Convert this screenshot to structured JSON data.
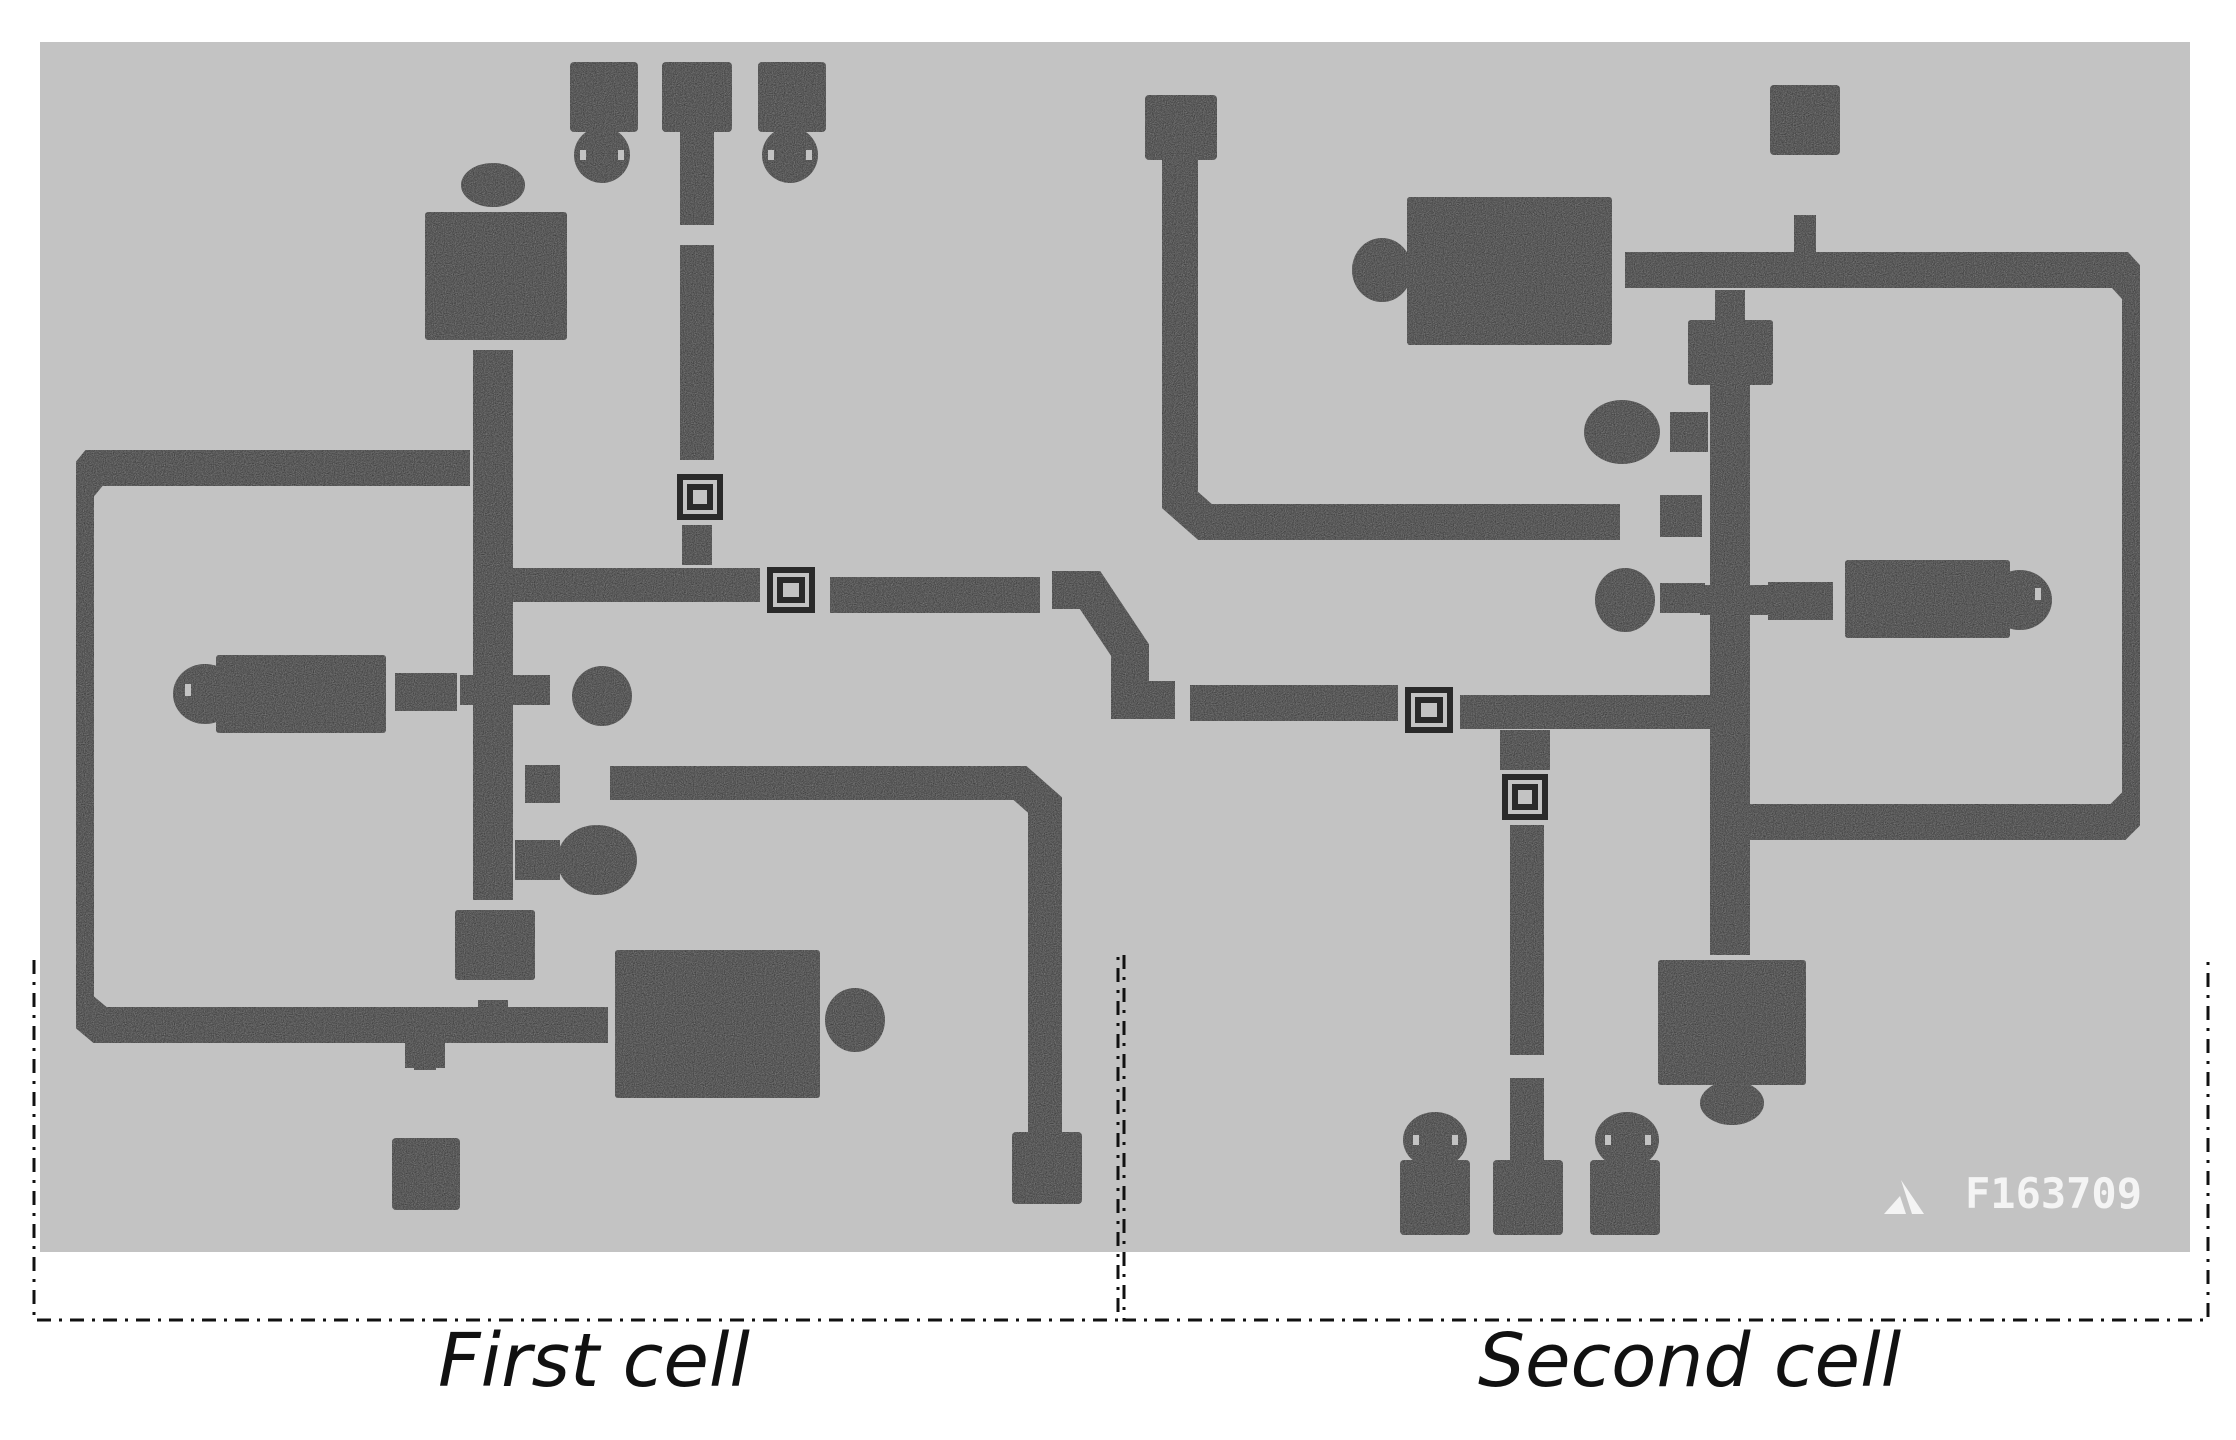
{
  "captions": {
    "first": "First cell",
    "second": "Second cell"
  },
  "chip": {
    "marking": "F163709"
  },
  "colors": {
    "substrate": "#c3c3c3",
    "metal": "#2a2a2a",
    "marking": "#f4f4f4",
    "bracket": "#111111"
  }
}
